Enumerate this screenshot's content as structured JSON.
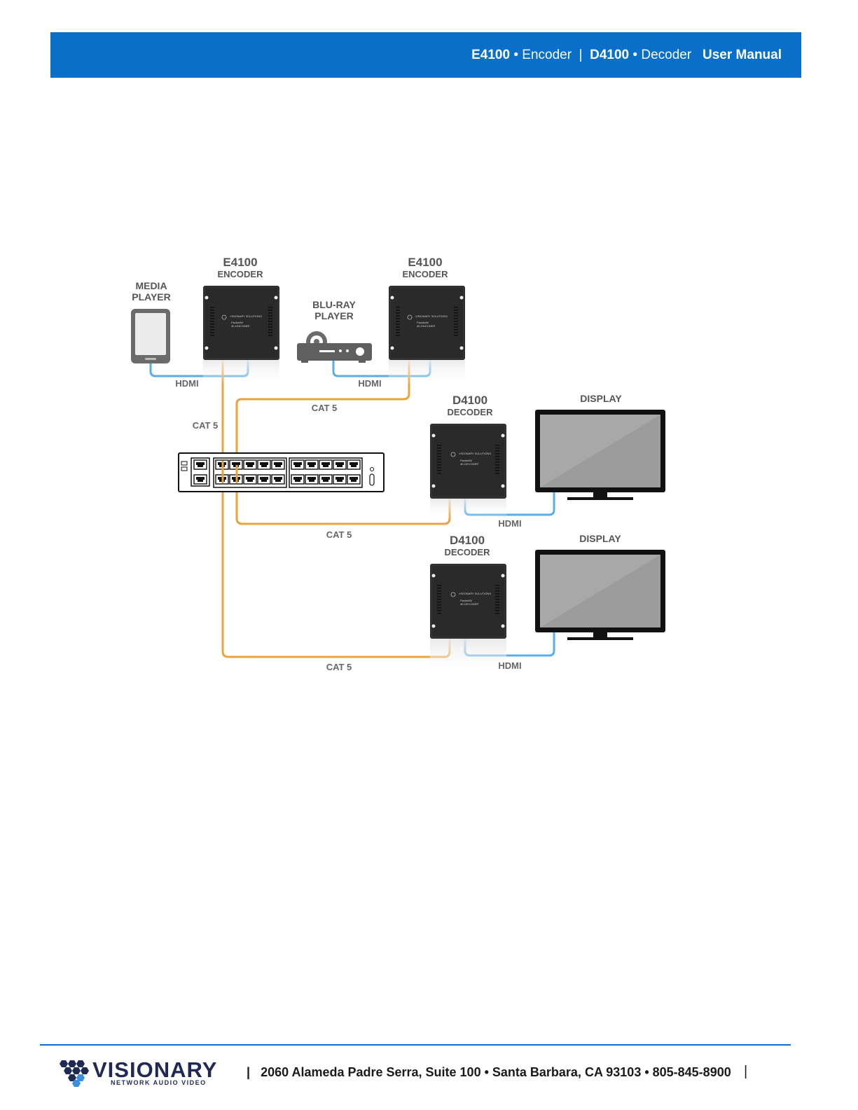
{
  "header": {
    "encoder_model": "E4100",
    "encoder_word": "Encoder",
    "divider": "|",
    "decoder_model": "D4100",
    "decoder_word": "Decoder",
    "manual": "User Manual",
    "bullet": "•"
  },
  "diagram": {
    "media_player": "MEDIA PLAYER",
    "media_player_l1": "MEDIA",
    "media_player_l2": "PLAYER",
    "bluray_l1": "BLU-RAY",
    "bluray_l2": "PLAYER",
    "encoder_model": "E4100",
    "encoder_type": "ENCODER",
    "decoder_model": "D4100",
    "decoder_type": "DECODER",
    "display": "DISPLAY",
    "hdmi": "HDMI",
    "cat5": "CAT 5",
    "encoder_device_brand": "VISIONARY SOLUTIONS",
    "encoder_device_line2": "PacketAV",
    "encoder_device_line3": "4K-ENCODER",
    "decoder_device_line3": "4K-DECODER",
    "colors": {
      "hdmi_cable": "#5aade6",
      "cat5_cable": "#e9a43c",
      "device_body": "#2a2a2a",
      "screen": "#a8a8a8"
    }
  },
  "footer": {
    "logo_word": "VISIONARY",
    "logo_tagline": "NETWORK AUDIO VIDEO",
    "pipe": "|",
    "address": "2060 Alameda Padre Serra, Suite 100 • Santa Barbara, CA 93103 • 805-845-8900"
  },
  "colors": {
    "brand_blue": "#0a6fc9",
    "logo_navy": "#1e2a55"
  }
}
